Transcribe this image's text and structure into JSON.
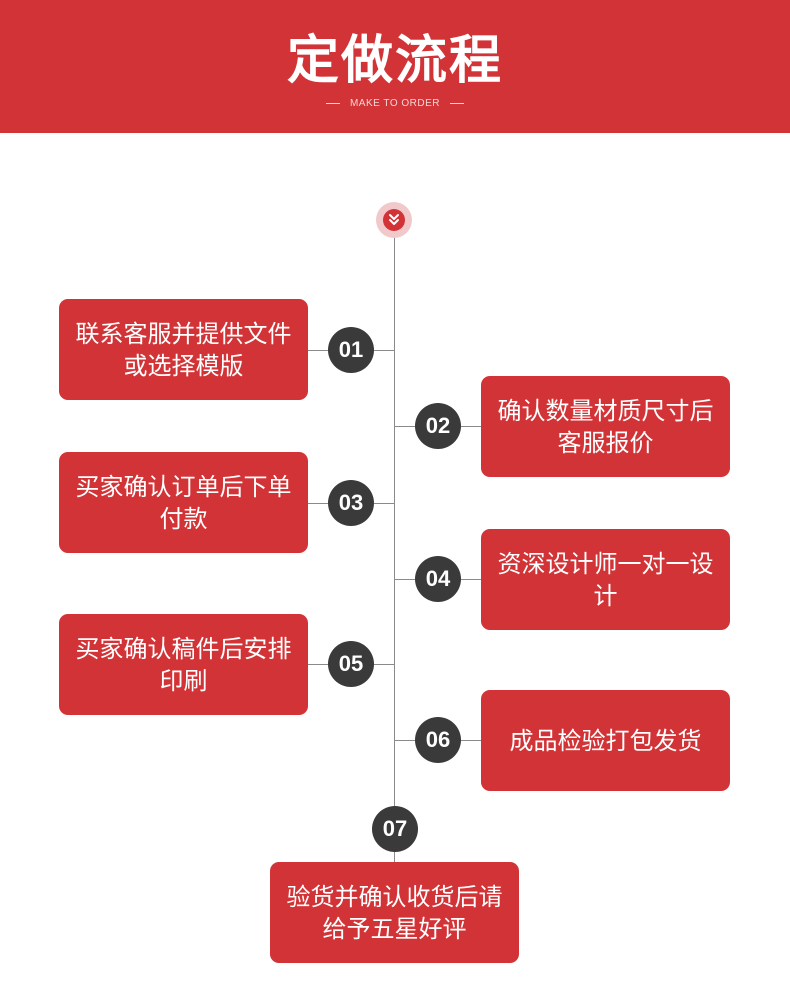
{
  "header": {
    "title": "定做流程",
    "subtitle": "MAKE TO ORDER"
  },
  "start_icon": "chevron-down-double-icon",
  "steps": [
    {
      "number": "01",
      "text": "联系客服并提供文件或选择模版"
    },
    {
      "number": "02",
      "text": "确认数量材质尺寸后客服报价"
    },
    {
      "number": "03",
      "text": "买家确认订单后下单付款"
    },
    {
      "number": "04",
      "text": "资深设计师一对一设计"
    },
    {
      "number": "05",
      "text": "买家确认稿件后安排印刷"
    },
    {
      "number": "06",
      "text": "成品检验打包发货"
    },
    {
      "number": "07",
      "text": "验货并确认收货后请给予五星好评"
    }
  ],
  "colors": {
    "accent": "#d23336",
    "number_circle": "#3a3a3a",
    "line": "#8a8a8a"
  }
}
